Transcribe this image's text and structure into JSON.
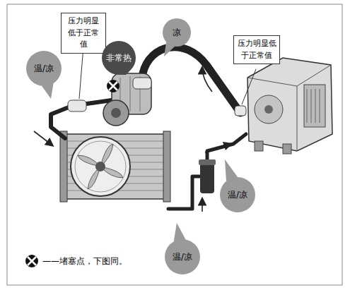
{
  "diagram": {
    "nodes": [
      {
        "text": [
          "压力明显低于正常值"
        ]
      },
      {
        "text": [
          "凉"
        ]
      },
      {
        "text": [
          "压力明显低于正常值"
        ]
      },
      {
        "text": [
          "温/凉"
        ]
      },
      {
        "text": [
          "非常热"
        ]
      },
      {
        "text": [
          "温/凉"
        ]
      },
      {
        "text": [
          "温/凉"
        ]
      }
    ],
    "legend": [
      {
        "text": "——堵塞点，下图同。"
      }
    ]
  }
}
